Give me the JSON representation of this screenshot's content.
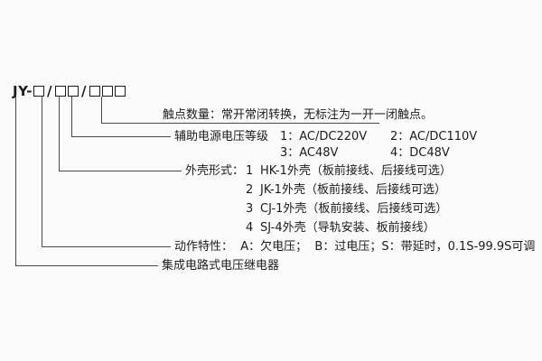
{
  "model_code": {
    "prefix": "JY-",
    "separator": "/"
  },
  "annotations": {
    "contacts": "触点数量：常开常闭转换，无标注为一开一闭触点。",
    "aux_voltage": {
      "title": "辅助电源电压等级",
      "options": [
        "1：AC/DC220V",
        "2：AC/DC110V",
        "3：AC48V",
        "4：DC48V"
      ]
    },
    "case_type": {
      "title": "外壳形式：",
      "items": [
        {
          "num": "1",
          "desc": "HK-1外壳（板前接线、后接线可选）"
        },
        {
          "num": "2",
          "desc": "JK-1外壳（板前接线、后接线可选）"
        },
        {
          "num": "3",
          "desc": "CJ-1外壳（板前接线、后接线可选）"
        },
        {
          "num": "4",
          "desc": "SJ-4外壳（导轨安装、板前接线）"
        }
      ]
    },
    "action_characteristic": "动作特性：  A：欠电压；  B：过电压；S：带延时，0.1S-99.9S可调",
    "product_name": "集成电路式电压继电器"
  },
  "colors": {
    "line": "#4a4a4a",
    "text": "#1c1c1c",
    "background": "#fbfbfb"
  }
}
